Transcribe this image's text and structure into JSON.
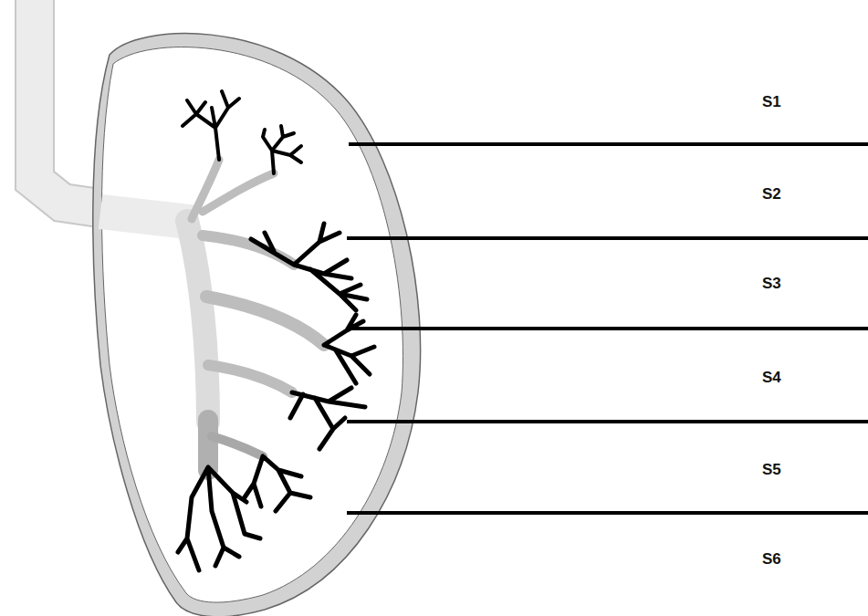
{
  "diagram": {
    "labels": [
      "S1",
      "S2",
      "S3",
      "S4",
      "S5",
      "S6"
    ]
  }
}
